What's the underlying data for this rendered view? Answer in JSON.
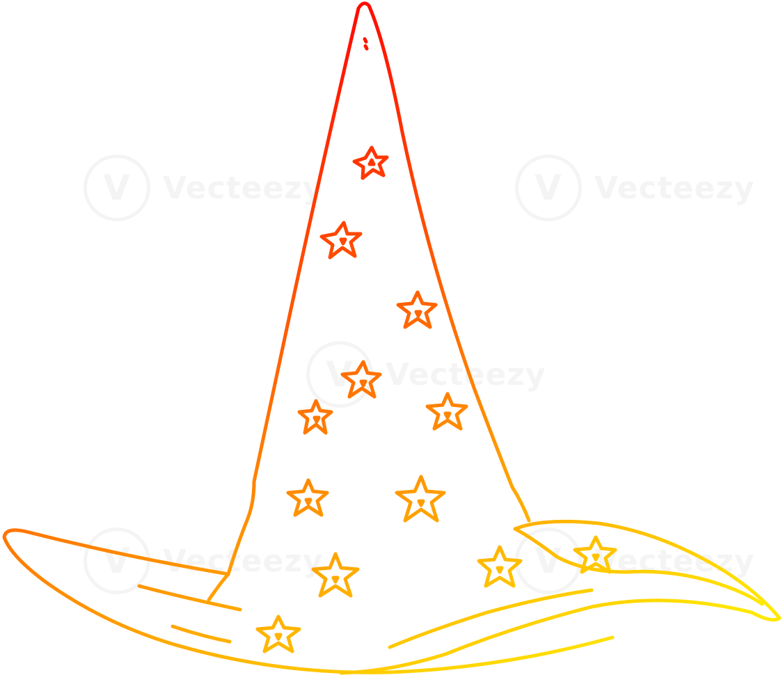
{
  "illustration": {
    "subject": "wizard-hat",
    "stroke_gradient": [
      "#ff0000",
      "#ff7a00",
      "#ffe800"
    ]
  },
  "watermark": {
    "text": "Vecteezy",
    "logo_glyph": "V"
  }
}
